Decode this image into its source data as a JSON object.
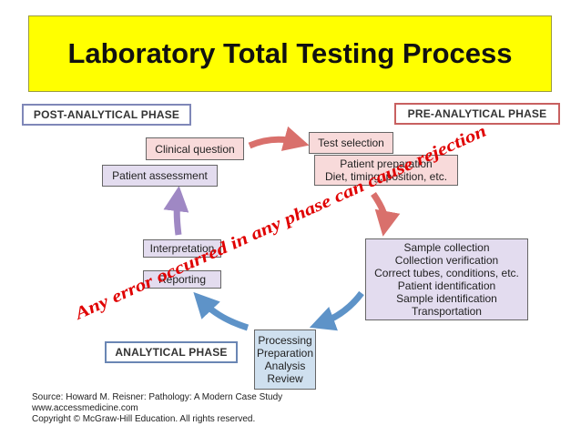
{
  "title": "Laboratory Total Testing Process",
  "phases": {
    "post": "POST-ANALYTICAL PHASE",
    "pre": "PRE-ANALYTICAL PHASE",
    "analytical": "ANALYTICAL PHASE"
  },
  "steps": {
    "clinical_question": "Clinical question",
    "patient_assessment": "Patient assessment",
    "test_selection": "Test selection",
    "patient_preparation": [
      "Patient preparation",
      "Diet, timing, position, etc."
    ],
    "sample_collection": [
      "Sample collection",
      "Collection verification",
      "Correct tubes, conditions, etc.",
      "Patient identification",
      "Sample identification",
      "Transportation"
    ],
    "interpretation": "Interpretation",
    "reporting": "Reporting",
    "processing": [
      "Processing",
      "Preparation",
      "Analysis",
      "Review"
    ]
  },
  "overlay_text": "Any error occurred in any phase can cause rejection",
  "source": [
    "Source: Howard M. Reisner: Pathology: A Modern Case Study",
    "www.accessmedicine.com",
    "Copyright © McGraw-Hill Education.  All rights reserved."
  ],
  "colors": {
    "title_bg": "#ffff00",
    "arrow_red": "#d9706c",
    "arrow_purple": "#9f88c4",
    "arrow_blue": "#5e93c8",
    "overlay_text": "#e00000"
  }
}
